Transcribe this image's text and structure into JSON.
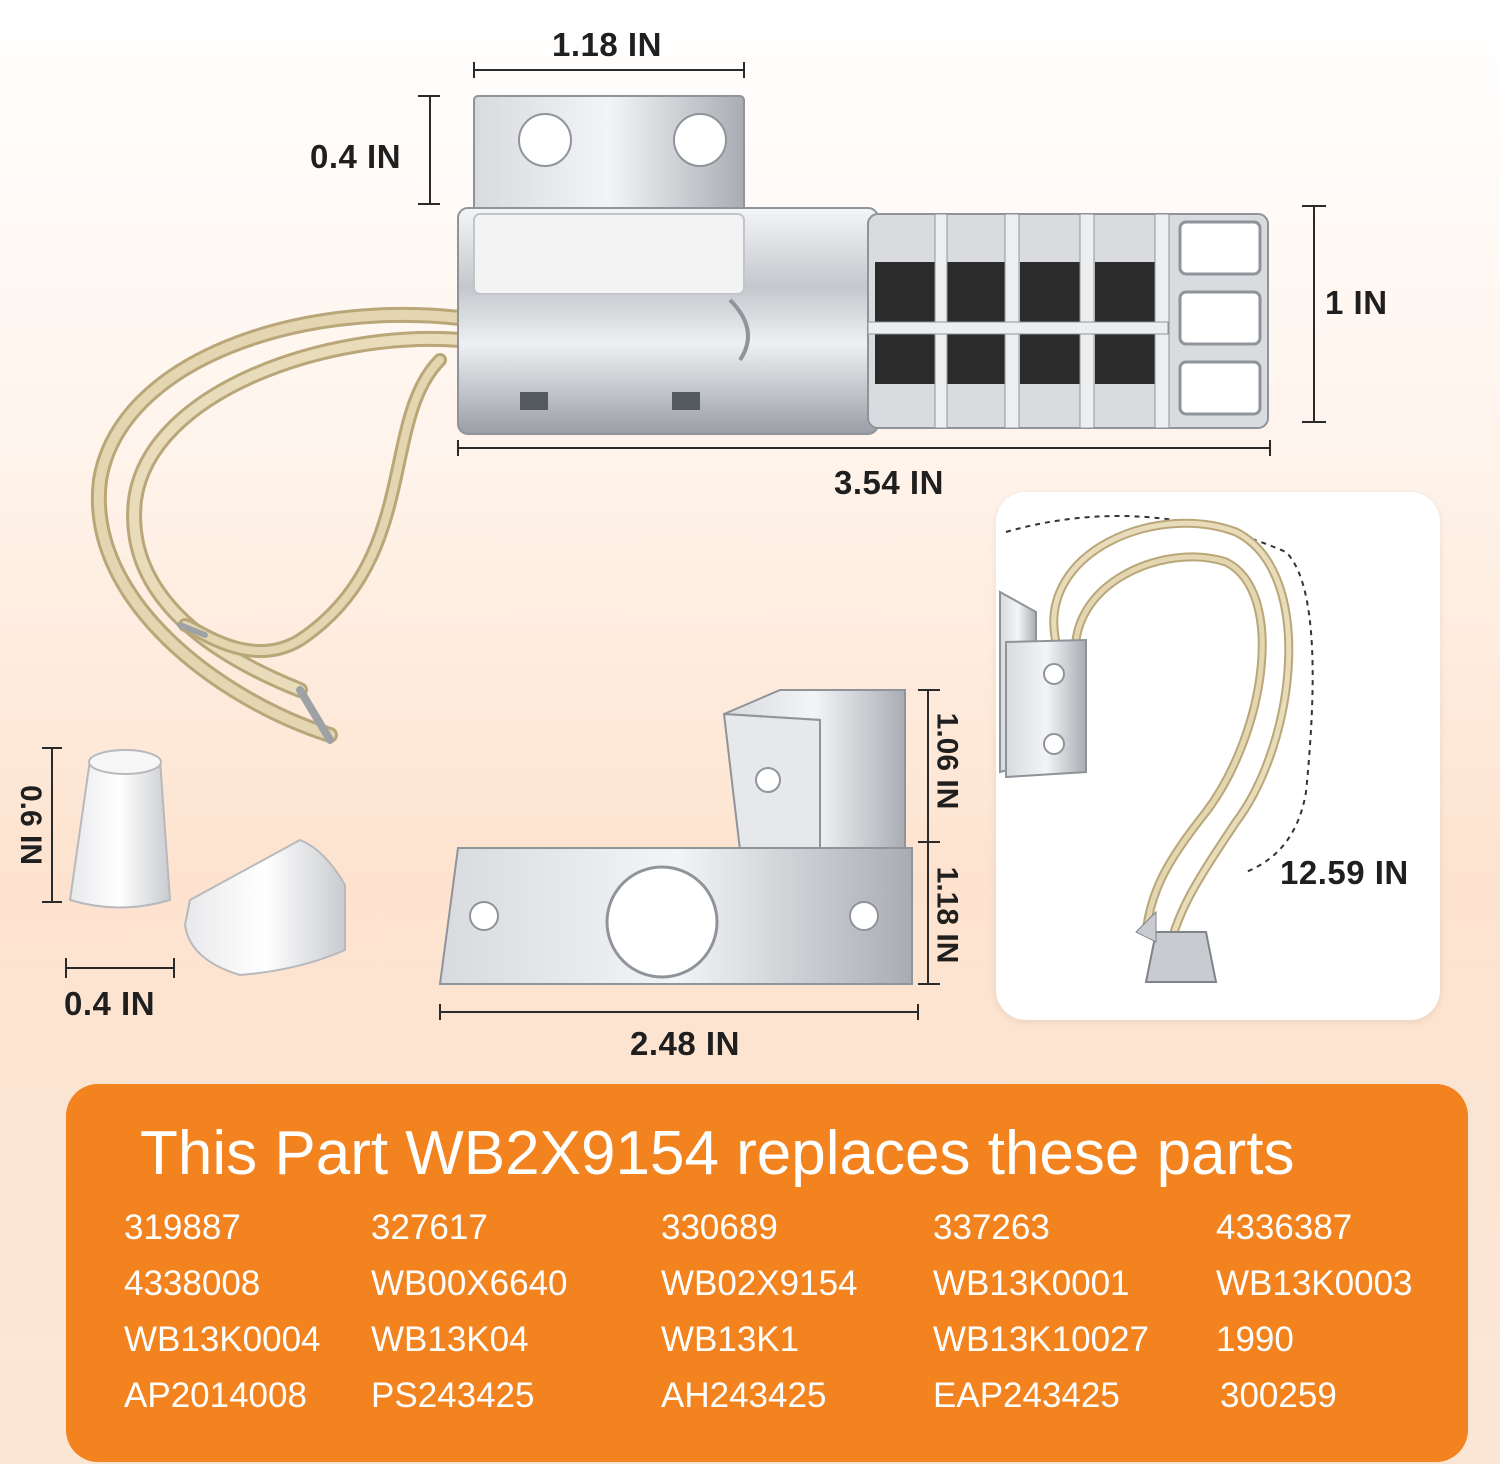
{
  "dimensions": {
    "bracket_width": "1.18 IN",
    "bracket_height": "0.4 IN",
    "body_diameter": "1 IN",
    "body_length": "3.54 IN",
    "wire_length": "12.59 IN",
    "mount_upper_height": "1.06 IN",
    "mount_lower_height": "1.18 IN",
    "mount_width": "2.48 IN",
    "connector_height": "0.6 IN",
    "connector_width": "0.4 IN"
  },
  "panel": {
    "title": "This Part WB2X9154 replaces these parts",
    "parts": [
      [
        "319887",
        "327617",
        "330689",
        "337263",
        "4336387"
      ],
      [
        "4338008",
        "WB00X6640",
        "WB02X9154",
        "WB13K0001",
        "WB13K0003"
      ],
      [
        "WB13K0004",
        "WB13K04",
        "WB13K1",
        "WB13K10027",
        "1990"
      ],
      [
        "AP2014008",
        "PS243425",
        "AH243425",
        "EAP243425",
        "300259"
      ]
    ]
  },
  "colors": {
    "panel": "#f2831f",
    "metal": "#c9ccd0",
    "wire": "#d9c9a0"
  }
}
